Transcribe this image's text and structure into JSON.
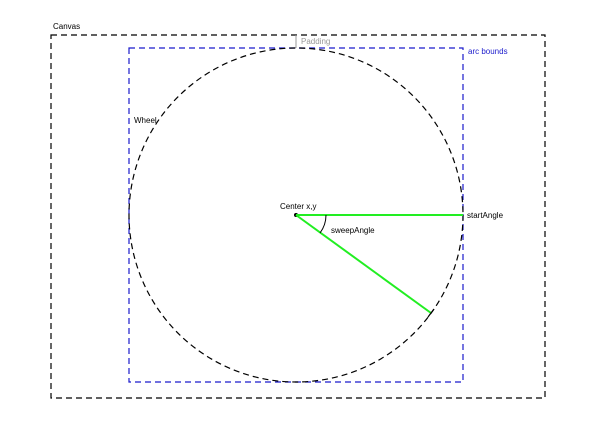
{
  "labels": {
    "canvas": "Canvas",
    "arc_bounds": "arc bounds",
    "padding": "Padding",
    "wheel": "Wheel",
    "center": "Center x,y",
    "start_angle": "startAngle",
    "sweep_angle": "sweepAngle"
  },
  "colors": {
    "canvas_border": "#000000",
    "arc_bounds": "#1a1acc",
    "padding": "#999999",
    "wheel": "#000000",
    "radius_lines": "#22ee22",
    "text": "#000000"
  }
}
